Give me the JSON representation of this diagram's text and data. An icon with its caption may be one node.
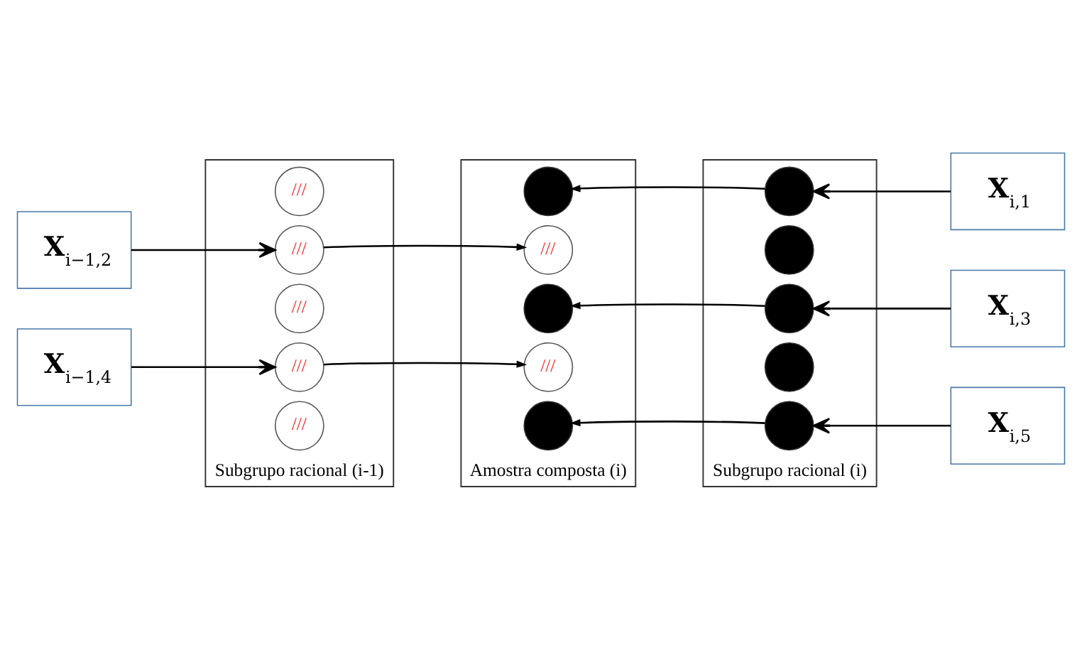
{
  "diagram": {
    "nodes": [
      {
        "text": [
          "**X**$_{i−1,2}$"
        ]
      },
      {
        "text": [
          "**X**$_{i−1,4}$"
        ]
      },
      {
        "text": [
          "Subgrupo racional (i-1)"
        ]
      },
      {
        "text": [
          "///"
        ],
        "in": 2
      },
      {
        "text": [
          "///"
        ],
        "in": 2
      },
      {
        "text": [
          "///"
        ],
        "in": 2
      },
      {
        "text": [
          "///"
        ],
        "in": 2
      },
      {
        "text": [
          "///"
        ],
        "in": 2
      },
      {
        "text": [
          "Amostra composta (i)"
        ]
      },
      {
        "text": [],
        "shape": "circle",
        "in": 8
      },
      {
        "text": [
          "///"
        ],
        "in": 8
      },
      {
        "text": [],
        "shape": "circle",
        "in": 8
      },
      {
        "text": [
          "///"
        ],
        "in": 8
      },
      {
        "text": [],
        "shape": "circle",
        "in": 8
      },
      {
        "text": [
          "Subgrupo racional (i)"
        ]
      },
      {
        "text": [],
        "shape": "circle",
        "in": 14
      },
      {
        "text": [],
        "shape": "circle",
        "in": 14
      },
      {
        "text": [],
        "shape": "circle",
        "in": 14
      },
      {
        "text": [],
        "shape": "circle",
        "in": 14
      },
      {
        "text": [],
        "shape": "circle",
        "in": 14
      },
      {
        "text": [
          "**X**$_{i,1}$"
        ]
      },
      {
        "text": [
          "**X**$_{i,3}$"
        ]
      },
      {
        "text": [
          "**X**$_{i,5}$"
        ]
      }
    ],
    "edges": [
      {
        "from": 0,
        "to": 4,
        "arrow": "to"
      },
      {
        "from": 1,
        "to": 6,
        "arrow": "to"
      },
      {
        "from": 4,
        "to": 10,
        "arrow": "to"
      },
      {
        "from": 6,
        "to": 12,
        "arrow": "to"
      },
      {
        "from": 15,
        "to": 9,
        "arrow": "to"
      },
      {
        "from": 17,
        "to": 11,
        "arrow": "to"
      },
      {
        "from": 19,
        "to": 13,
        "arrow": "to"
      },
      {
        "from": 20,
        "to": 15,
        "arrow": "to"
      },
      {
        "from": 21,
        "to": 17,
        "arrow": "to"
      },
      {
        "from": 22,
        "to": 19,
        "arrow": "to"
      }
    ]
  }
}
